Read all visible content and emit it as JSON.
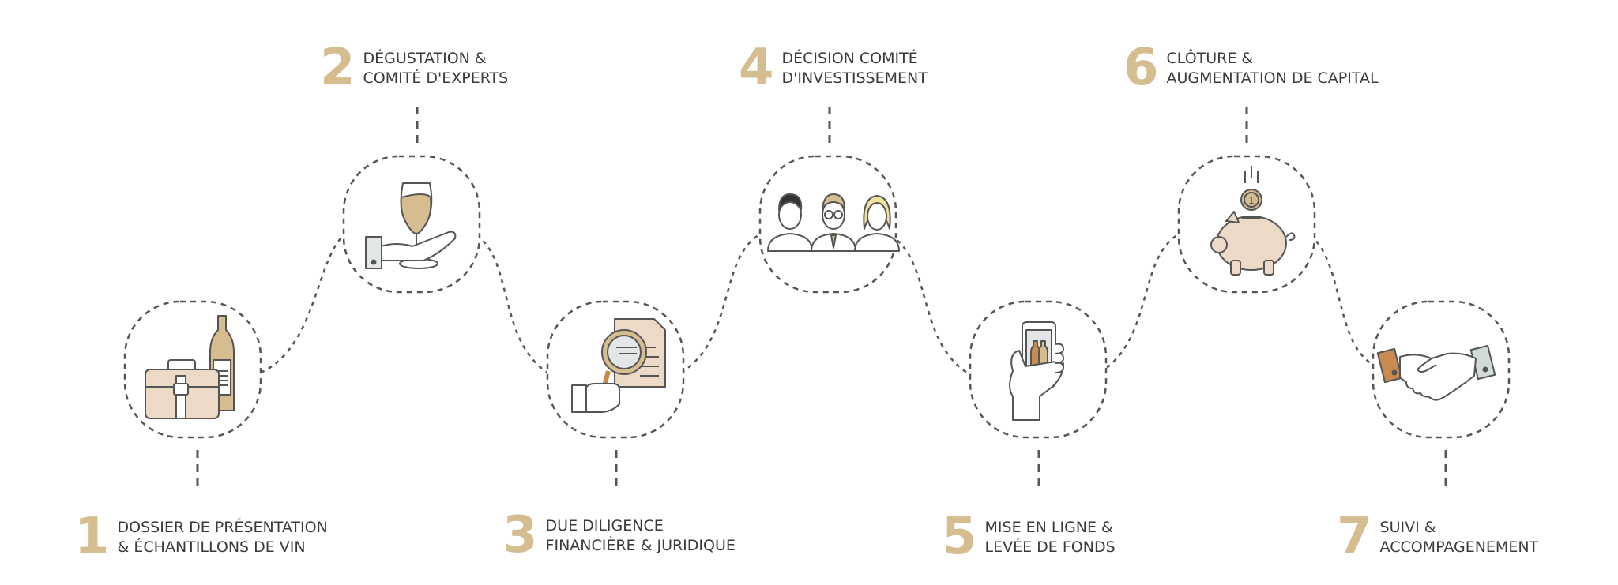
{
  "colors": {
    "accent": "#d6bd8f",
    "fill_light": "#ecd9c6",
    "line": "#555555",
    "text": "#3a3a3a"
  },
  "steps": [
    {
      "number": "1",
      "line1": "DOSSIER DE PRÉSENTATION",
      "line2": "& ÉCHANTILLONS DE VIN",
      "icon": "briefcase-wine-bottle-icon"
    },
    {
      "number": "2",
      "line1": "DÉGUSTATION &",
      "line2": "COMITÉ D'EXPERTS",
      "icon": "wine-glass-hand-icon"
    },
    {
      "number": "3",
      "line1": "DUE DILIGENCE",
      "line2": "FINANCIÈRE & JURIDIQUE",
      "icon": "magnifier-document-icon"
    },
    {
      "number": "4",
      "line1": "DÉCISION COMITÉ",
      "line2": "D'INVESTISSEMENT",
      "icon": "committee-people-icon"
    },
    {
      "number": "5",
      "line1": "MISE EN LIGNE &",
      "line2": "LEVÉE DE FONDS",
      "icon": "phone-in-hand-icon"
    },
    {
      "number": "6",
      "line1": "CLÔTURE &",
      "line2": "AUGMENTATION DE CAPITAL",
      "icon": "piggy-bank-coin-icon"
    },
    {
      "number": "7",
      "line1": "SUIVI &",
      "line2": "ACCOMPAGENEMENT",
      "icon": "handshake-icon"
    }
  ]
}
